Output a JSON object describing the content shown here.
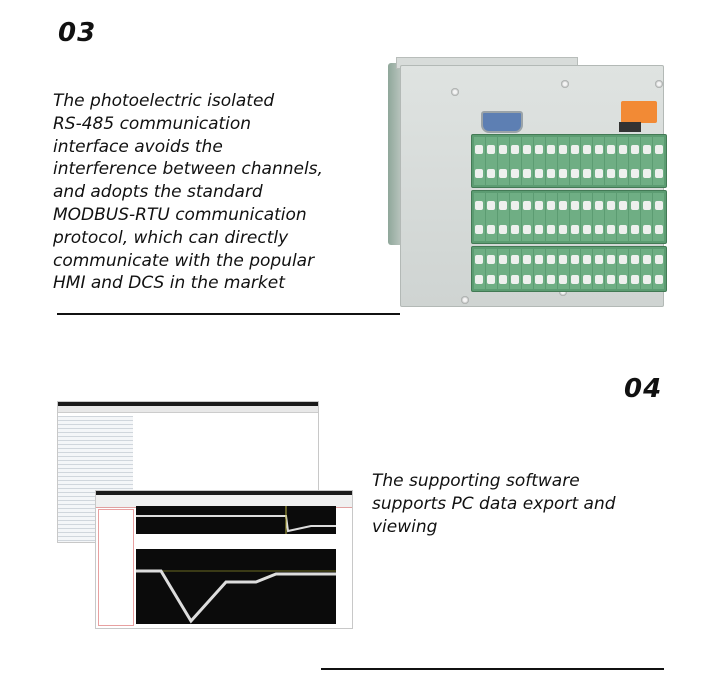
{
  "section_03": {
    "number": "03",
    "lines": [
      "The photoelectric isolated",
      "RS-485 communication",
      "interface avoids the",
      "interference between channels,",
      "and adopts the standard",
      "MODBUS-RTU communication",
      "protocol, which can directly",
      "communicate with the popular",
      "HMI and DCS in the market"
    ],
    "image_alt": "Rear view of recorder device with green terminal blocks, DB9 serial port and orange power connector"
  },
  "section_04": {
    "number": "04",
    "lines": [
      "The supporting software",
      "supports PC data export and",
      "viewing"
    ],
    "image_alt": "PC software screenshots showing data table and trend curves"
  },
  "colors": {
    "text": "#111111",
    "terminal_green": "#5c9c72",
    "connector_orange": "#f28a35",
    "db9_blue": "#5d7fb3"
  }
}
